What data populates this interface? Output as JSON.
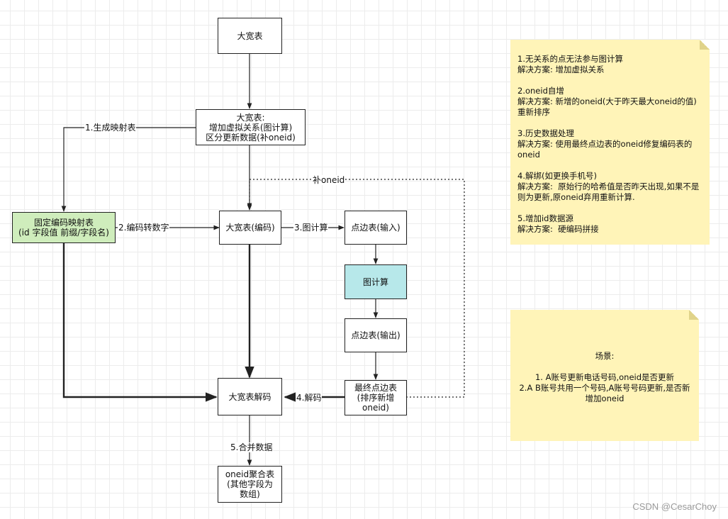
{
  "nodes": {
    "big_table": "大宽表",
    "big_table_virtual": "大宽表:\n增加虚拟关系(图计算)\n区分更新数据(补oneid)",
    "fixed_mapping": "固定编码映射表\n(id 字段值 前缀/字段名)",
    "big_table_encoded": "大宽表(编码)",
    "edge_table_input": "点边表(输入)",
    "graph_compute": "图计算",
    "edge_table_output": "点边表(输出)",
    "final_edge_table": "最终点边表\n(排序新增\noneid)",
    "big_table_decode": "大宽表解码",
    "oneid_aggregate": "oneid聚合表\n(其他字段为\n数组)"
  },
  "edge_labels": {
    "gen_mapping": "1.生成映射表",
    "encode_numbers": "2.编码转数字",
    "graph_calc": "3.图计算",
    "decode": "4.解码",
    "merge_data": "5.合并数据",
    "fill_oneid": "补oneid"
  },
  "notes": {
    "issues": "1.无关系的点无法参与图计算\n解决方案: 增加虚拟关系\n\n2.oneid自增\n解决方案: 新增的oneid(大于昨天最大oneid的值)\n重新排序\n\n3.历史数据处理\n解决方案: 使用最终点边表的oneid修复编码表的\noneid\n\n4.解绑(如更换手机号)\n解决方案:  原始行的哈希值是否昨天出现,如果不是\n则为更新,原oneid弃用重新计算.\n\n5.增加id数据源\n解决方案:  硬编码拼接",
    "scenarios": "场景:\n\n1. A账号更新电话号码,oneid是否更新\n2.A B账号共用一个号码,A账号号码更新,是否新\n增加oneid"
  },
  "watermark": "CSDN @CesarChoy",
  "colors": {
    "green_fill": "#cfedbc",
    "cyan_fill": "#b7e8ea",
    "note_fill": "#fff4b8"
  }
}
